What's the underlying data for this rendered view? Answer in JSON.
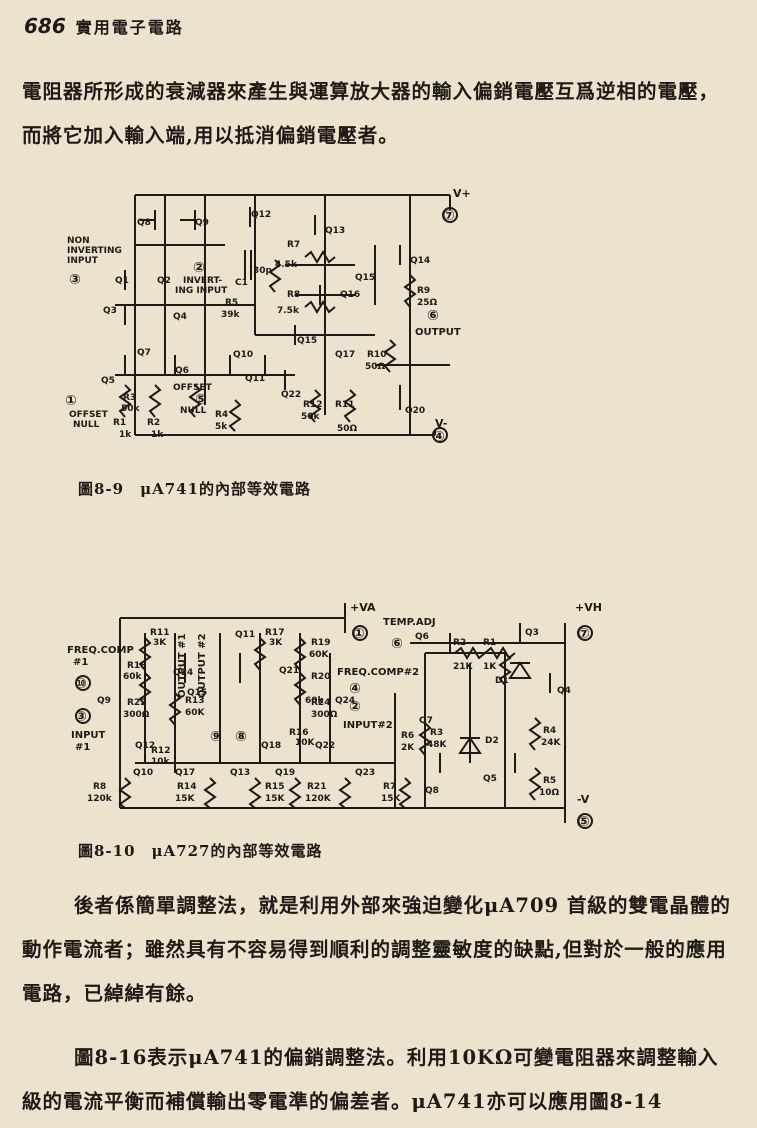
{
  "header": {
    "page_number": "686",
    "book_title": "實用電子電路"
  },
  "paragraph1": "電阻器所形成的衰減器來產生與運算放大器的輸入偏銷電壓互爲逆相的電壓，而將它加入輸入端,用以抵消偏銷電壓者。",
  "figure1": {
    "caption": "圖8-9　μA741的內部等效電路",
    "labels": {
      "noninv1": "NON",
      "noninv2": "INVERTING",
      "noninv3": "INPUT",
      "inv1": "INVERT-",
      "inv2": "ING INPUT",
      "offset1": "OFFSET",
      "offset2": "NULL",
      "offset3": "OFFSET",
      "offset4": "NULL",
      "output": "OUTPUT",
      "vplus": "V+",
      "vminus": "V-",
      "q1": "Q1",
      "q2": "Q2",
      "q3": "Q3",
      "q4": "Q4",
      "q5": "Q5",
      "q6": "Q6",
      "q7": "Q7",
      "q8": "Q8",
      "q9": "Q9",
      "q10": "Q10",
      "q11": "Q11",
      "q12": "Q12",
      "q13": "Q13",
      "q14": "Q14",
      "q15": "Q15",
      "q16": "Q16",
      "q17": "Q17",
      "q20": "Q20",
      "q22": "Q22",
      "r1": "R1",
      "r1v": "1k",
      "r2": "R2",
      "r2v": "1k",
      "r3": "R3",
      "r3v": "50k",
      "r4": "R4",
      "r4v": "5k",
      "r5": "R5",
      "r5v": "39k",
      "r7": "R7",
      "r7v": "4.5k",
      "r8": "R8",
      "r8v": "7.5k",
      "r9": "R9",
      "r9v": "25Ω",
      "r10": "R10",
      "r10v": "50Ω",
      "r11": "R11",
      "r11v": "50Ω",
      "r12": "R12",
      "r12v": "50k",
      "c1": "C1",
      "c1v": "30p",
      "p1": "①",
      "p2": "②",
      "p3": "③",
      "p4": "④",
      "p5": "⑤",
      "p6": "⑥",
      "p7": "⑦"
    }
  },
  "figure2": {
    "caption": "圖8-10　μA727的內部等效電路",
    "labels": {
      "freq1": "FREQ.COMP",
      "freq1b": "#1",
      "input1": "INPUT",
      "input1b": "#1",
      "out1": "OUTPUT #1",
      "out2": "OUTPUT #2",
      "freq2": "FREQ.COMP#2",
      "input2": "INPUT#2",
      "temp": "TEMP.ADJ",
      "va": "+VA",
      "vh": "+VH",
      "vminus": "-V",
      "r11": "R11",
      "r11v": "3K",
      "r17": "R17",
      "r17v": "3K",
      "r18": "R18",
      "r18v": "60k",
      "r19": "R19",
      "r19v": "60K",
      "r20": "R20",
      "r20v": "60k",
      "r22": "R22",
      "r22v": "300Ω",
      "r24": "R24",
      "r24v": "300Ω",
      "r12": "R12",
      "r12v": "10k",
      "r16": "R16",
      "r16v": "10K",
      "r13": "R13",
      "r13v": "60K",
      "r8": "R8",
      "r8v": "120k",
      "r14": "R14",
      "r14v": "15K",
      "r15": "R15",
      "r15v": "15K",
      "r21": "R21",
      "r21v": "120K",
      "r7": "R7",
      "r7v": "15K",
      "r6": "R6",
      "r6v": "2K",
      "r3": "R3",
      "r3v": "48K",
      "r2": "R2",
      "r2v": "21K",
      "r1": "R1",
      "r1v": "1K",
      "r4": "R4",
      "r4v": "24K",
      "r5": "R5",
      "r5v": "10Ω",
      "d1": "D1",
      "d2": "D2",
      "q3": "Q3",
      "q4": "Q4",
      "q5": "Q5",
      "q6": "Q6",
      "q7": "Q7",
      "q8": "Q8",
      "q9": "Q9",
      "q10": "Q10",
      "q11": "Q11",
      "q12": "Q12",
      "q13": "Q13",
      "q14": "Q14",
      "q15": "Q15",
      "q17": "Q17",
      "q18": "Q18",
      "q19": "Q19",
      "q21": "Q21",
      "q22": "Q22",
      "q23": "Q23",
      "q24": "Q24",
      "p1": "①",
      "p2": "②",
      "p3": "③",
      "p4": "④",
      "p5": "⑤",
      "p6": "⑥",
      "p7": "⑦",
      "p8": "⑧",
      "p9": "⑨",
      "p10": "⑩"
    }
  },
  "paragraph2": "後者係簡單調整法，就是利用外部來強迫變化μA709 首級的雙電晶體的動作電流者；雖然具有不容易得到順利的調整靈敏度的缺點,但對於一般的應用電路，已綽綽有餘。",
  "paragraph3": "圖8-16表示μA741的偏銷調整法。利用10KΩ可變電阻器來調整輸入級的電流平衡而補償輸出零電準的偏差者。μA741亦可以應用圖8-14"
}
